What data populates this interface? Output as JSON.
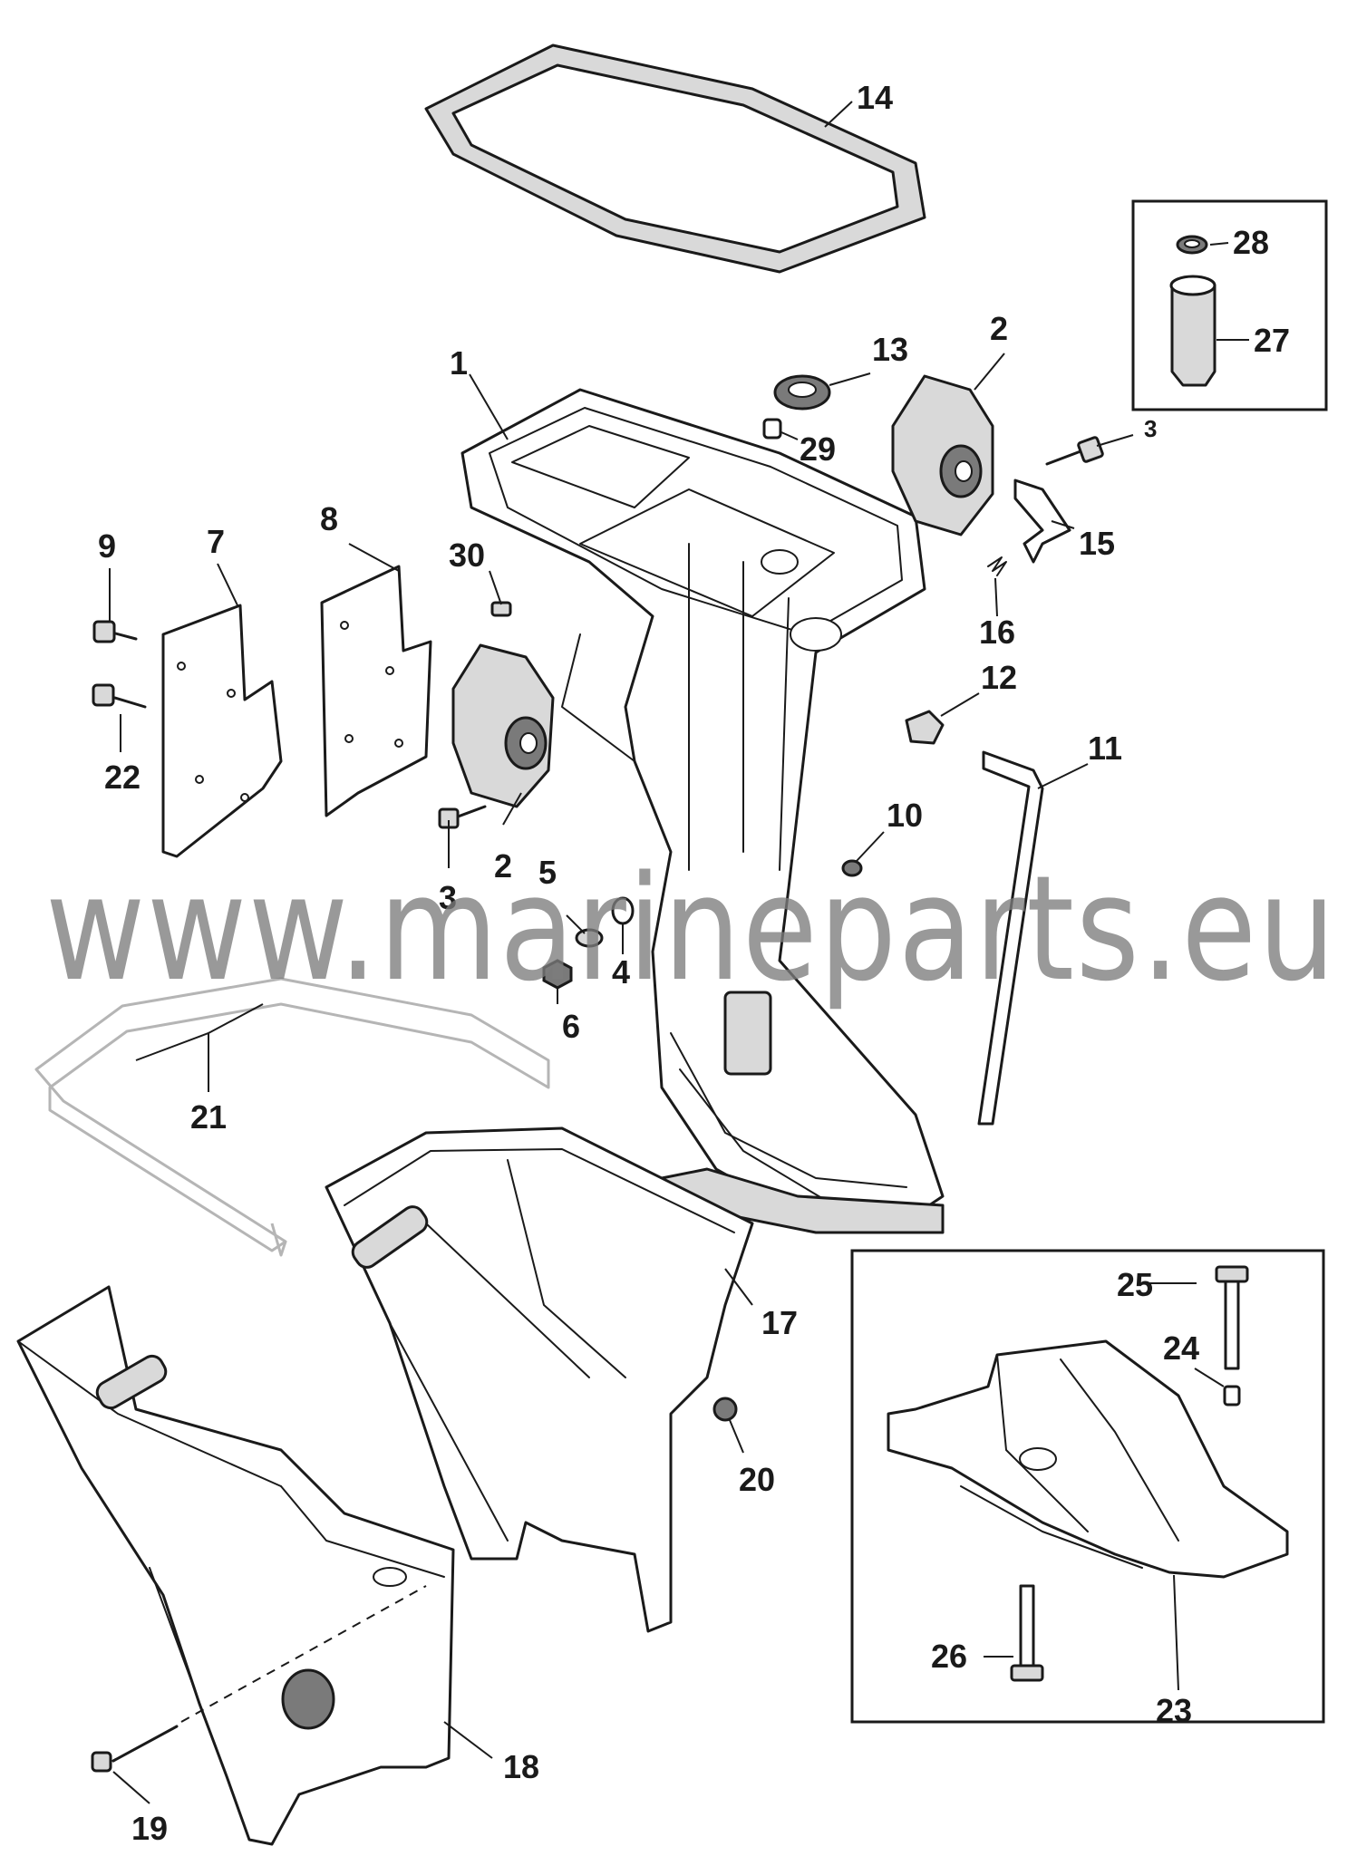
{
  "watermark": "www.marineparts.eu",
  "callouts": {
    "c1": "1",
    "c2a": "2",
    "c2b": "2",
    "c3a": "3",
    "c3b": "3",
    "c4": "4",
    "c5": "5",
    "c6": "6",
    "c7": "7",
    "c8": "8",
    "c9": "9",
    "c10": "10",
    "c11": "11",
    "c12": "12",
    "c13": "13",
    "c14": "14",
    "c15": "15",
    "c16": "16",
    "c17": "17",
    "c18": "18",
    "c19": "19",
    "c20": "20",
    "c21": "21",
    "c22": "22",
    "c23": "23",
    "c24": "24",
    "c25": "25",
    "c26": "26",
    "c27": "27",
    "c28": "28",
    "c29": "29",
    "c30": "30"
  }
}
